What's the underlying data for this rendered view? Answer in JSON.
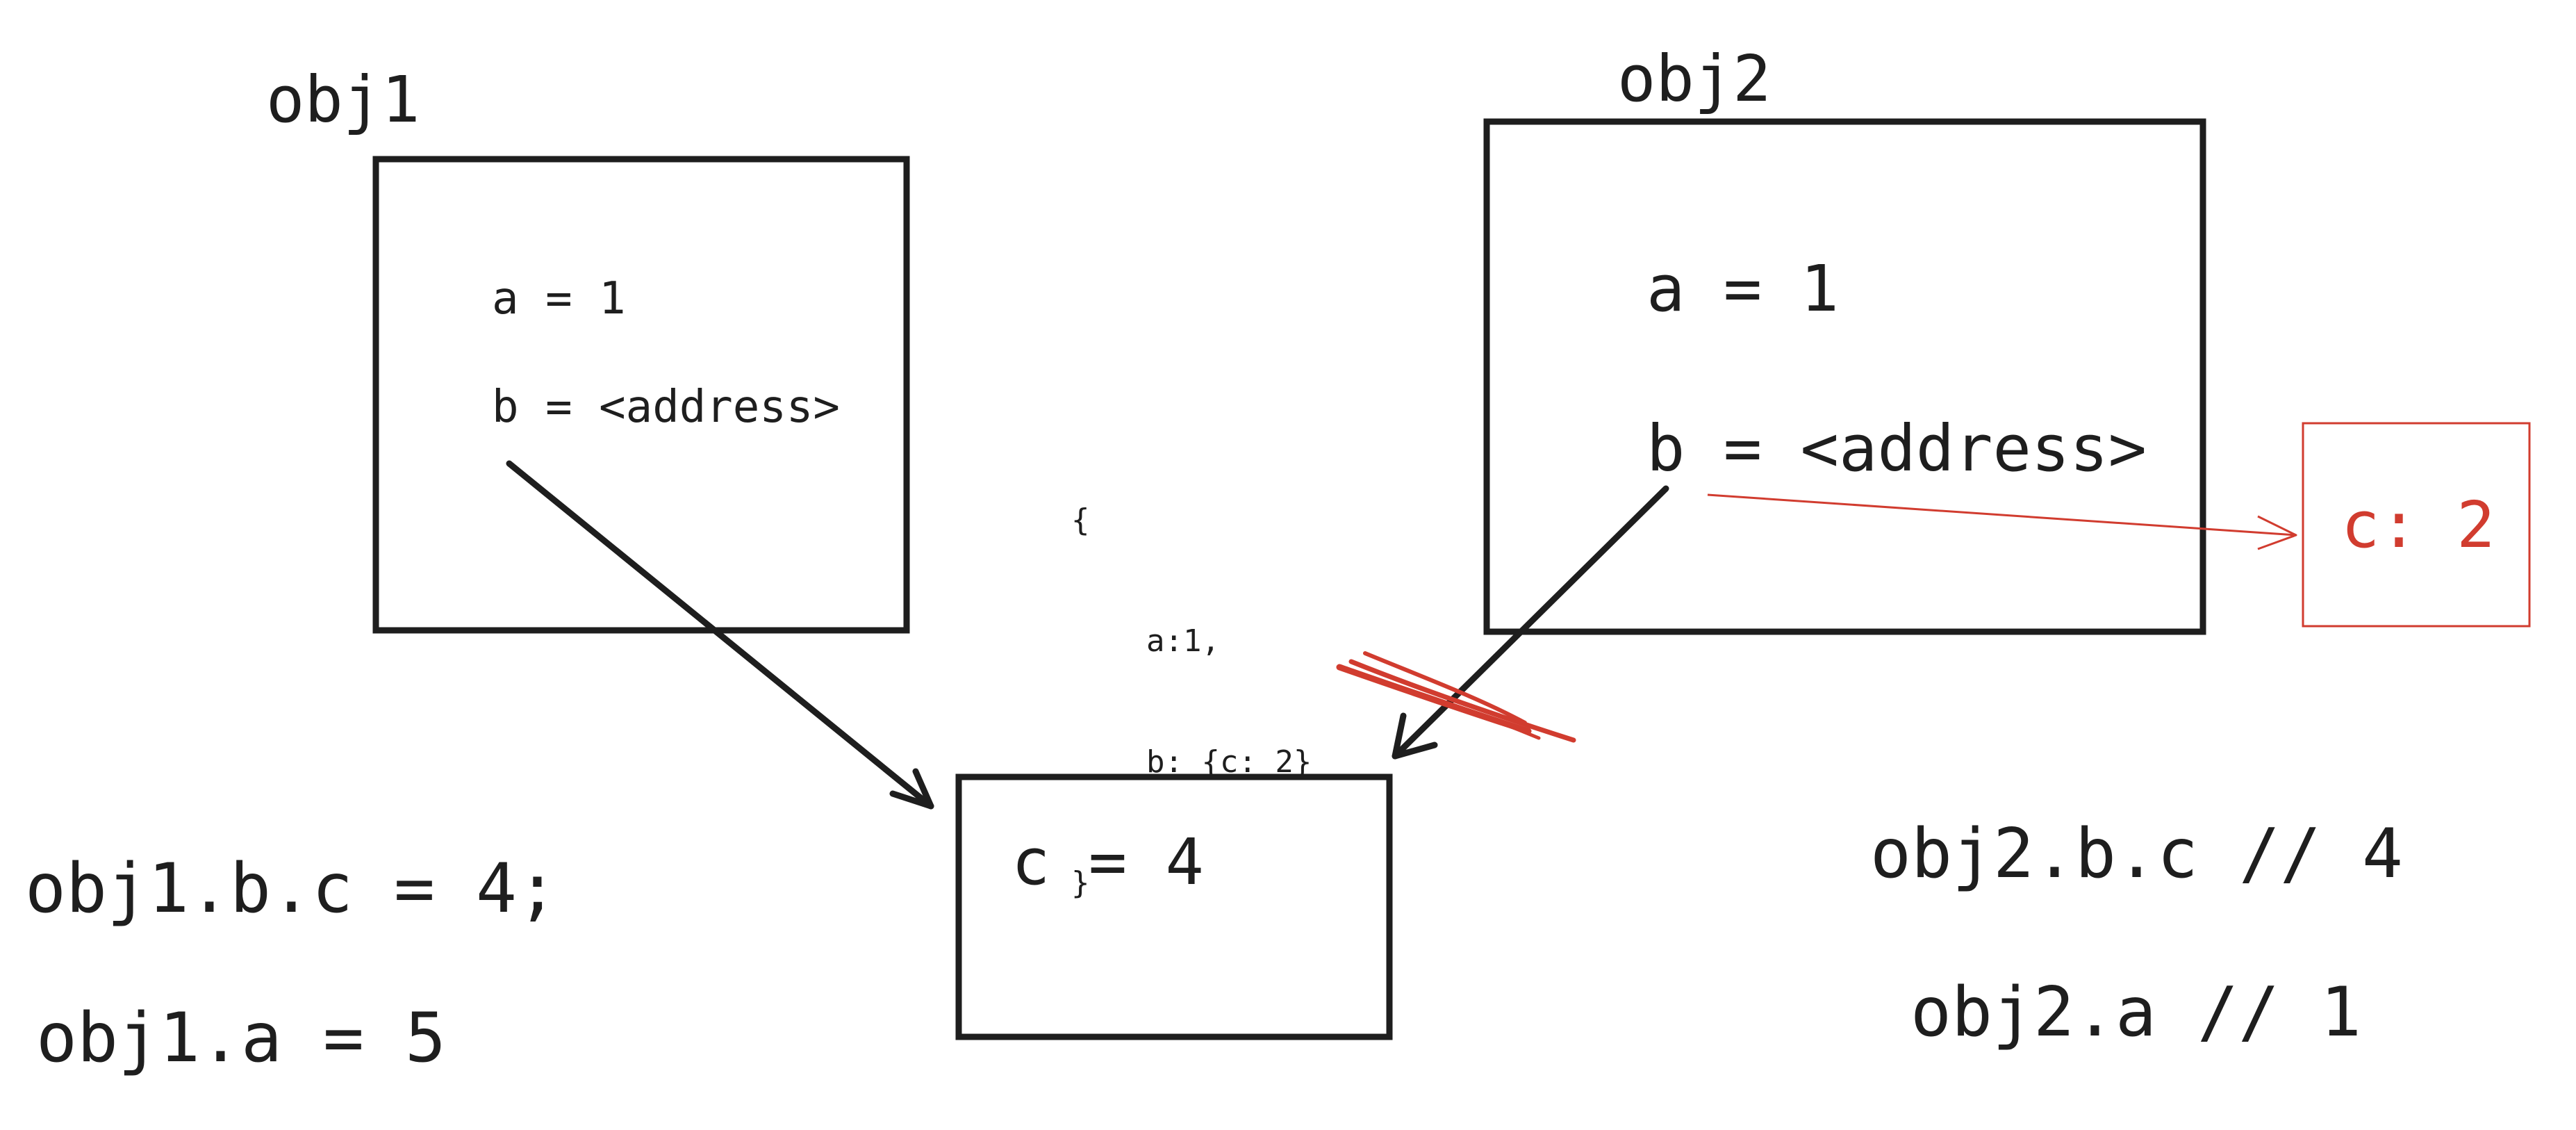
{
  "colors": {
    "ink": "#1e1e1e",
    "accent": "#d13c2f"
  },
  "obj1": {
    "title": "obj1",
    "field_a": "a = 1",
    "field_b": "b = <address>"
  },
  "obj2": {
    "title": "obj2",
    "field_a": "a = 1",
    "field_b": "b = <address>"
  },
  "inner": {
    "text": "c = 4"
  },
  "copied": {
    "text": "c: 2"
  },
  "object_literal": {
    "open": "{",
    "line_a": "a:1,",
    "line_b": "b: {c: 2}",
    "close": "}"
  },
  "statements": {
    "assign_c": "obj1.b.c = 4;",
    "assign_a": "obj1.a = 5",
    "read_c": "obj2.b.c // 4",
    "read_a": "obj2.a // 1"
  }
}
